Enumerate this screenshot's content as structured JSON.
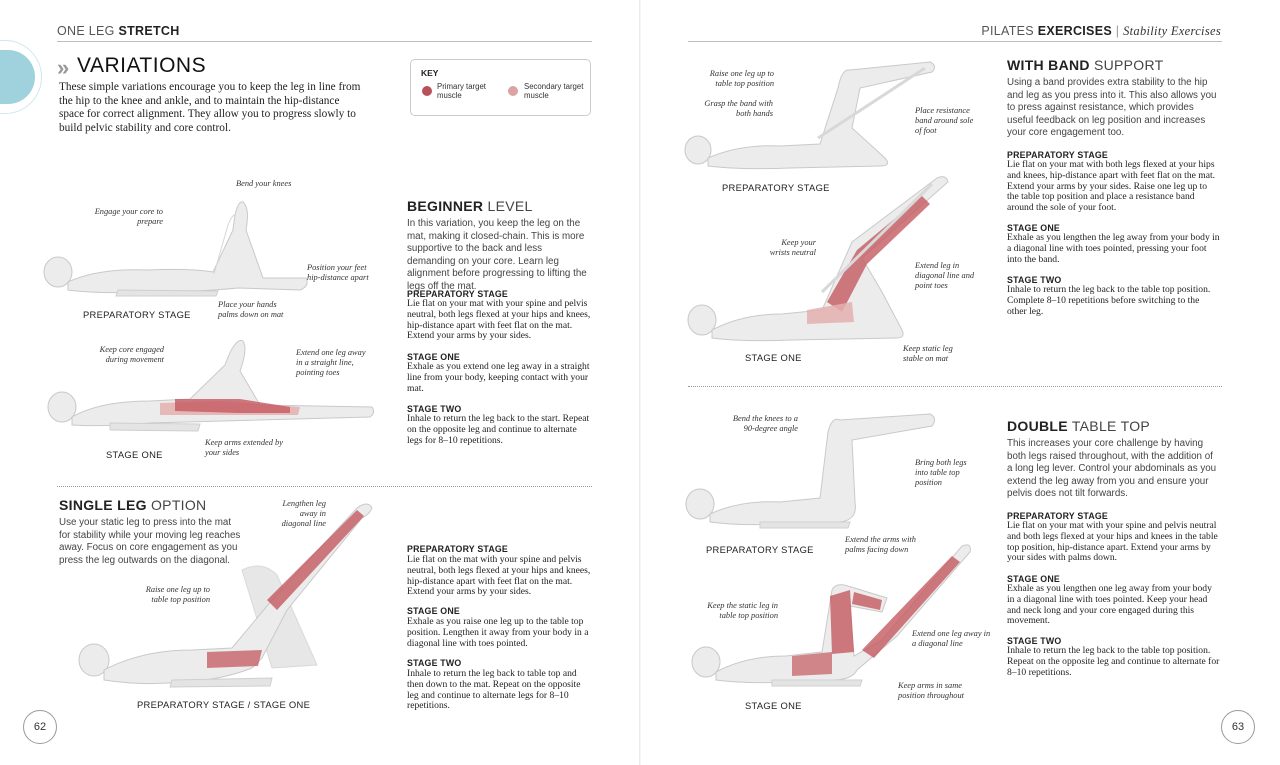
{
  "header_left": {
    "prefix": "ONE LEG ",
    "bold": "STRETCH"
  },
  "header_right": {
    "prefix": "PILATES ",
    "bold": "EXERCISES",
    "sep": " | ",
    "italic": "Stability Exercises"
  },
  "variations": {
    "title": "VARIATIONS",
    "intro": "These simple variations encourage you to keep the leg in line from the hip to the knee and ankle, and to maintain the hip-distance space for correct alignment. They allow you to progress slowly to build pelvic stability and core control."
  },
  "key": {
    "title": "KEY",
    "primary": "Primary target muscle",
    "secondary": "Secondary target muscle",
    "primary_color": "#b8525a",
    "secondary_color": "#dca3a5"
  },
  "beginner": {
    "title_bold": "BEGINNER",
    "title_light": " LEVEL",
    "intro": "In this variation, you keep the leg on the mat, making it closed-chain. This is more supportive to the back and less demanding on your core. Learn leg alignment before progressing to lifting the legs off the mat.",
    "stages": [
      {
        "head": "PREPARATORY STAGE",
        "text": "Lie flat on your mat with your spine and pelvis neutral, both legs flexed at your hips and knees, hip-distance apart with feet flat on the mat. Extend your arms by your sides."
      },
      {
        "head": "STAGE ONE",
        "text": "Exhale as you extend one leg away in a straight line from your body, keeping contact with your mat."
      },
      {
        "head": "STAGE TWO",
        "text": "Inhale to return the leg back to the start. Repeat on the opposite leg and continue to alternate legs for 8–10 repetitions."
      }
    ]
  },
  "fig_beginner_prep": {
    "caption": "PREPARATORY STAGE",
    "notes": [
      "Bend your knees",
      "Engage your core to prepare",
      "Position your feet hip-distance apart",
      "Place your hands palms down on mat"
    ]
  },
  "fig_beginner_one": {
    "caption": "STAGE ONE",
    "notes": [
      "Keep core engaged during movement",
      "Extend one leg away in a straight line, pointing toes",
      "Keep arms extended by your sides"
    ]
  },
  "single_leg": {
    "title_bold": "SINGLE LEG",
    "title_light": " OPTION",
    "intro": "Use your static leg to press into the mat for stability while your moving leg reaches away. Focus on core engagement as you press the leg outwards on the diagonal.",
    "stages": [
      {
        "head": "PREPARATORY STAGE",
        "text": "Lie flat on the mat with your spine and pelvis neutral, both legs flexed at your hips and knees, hip-distance apart with feet flat on the mat. Extend your arms by your sides."
      },
      {
        "head": "STAGE ONE",
        "text": "Exhale as you raise one leg up to the table top position. Lengthen it away from your body in a diagonal line with toes pointed."
      },
      {
        "head": "STAGE TWO",
        "text": "Inhale to return the leg back to table top and then down to the mat. Repeat on the opposite leg and continue to alternate legs for 8–10 repetitions."
      }
    ]
  },
  "fig_single": {
    "caption": "PREPARATORY STAGE / STAGE ONE",
    "notes": [
      "Lengthen leg away in diagonal line",
      "Raise one leg up to table top position"
    ]
  },
  "with_band": {
    "title_bold": "WITH BAND",
    "title_light": " SUPPORT",
    "intro": "Using a band provides extra stability to the hip and leg as you press into it. This also allows you to press against resistance, which provides useful feedback on leg position and increases your core engagement too.",
    "stages": [
      {
        "head": "PREPARATORY STAGE",
        "text": "Lie flat on your mat with both legs flexed at your hips and knees, hip-distance apart with feet flat on the mat. Extend your arms by your sides. Raise one leg up to the table top position and place a resistance band around the sole of your foot."
      },
      {
        "head": "STAGE ONE",
        "text": "Exhale as you lengthen the leg away from your body in a diagonal line with toes pointed, pressing your foot into the band."
      },
      {
        "head": "STAGE TWO",
        "text": "Inhale to return the leg back to the table top position. Complete 8–10 repetitions before switching to the other leg."
      }
    ]
  },
  "fig_band_prep": {
    "caption": "PREPARATORY STAGE",
    "notes": [
      "Raise one leg up to table top position",
      "Grasp the band with both hands",
      "Place resistance band around sole of foot"
    ]
  },
  "fig_band_one": {
    "caption": "STAGE ONE",
    "notes": [
      "Keep your wrists neutral",
      "Extend leg in diagonal line and point toes",
      "Keep static leg stable on mat"
    ]
  },
  "double_table": {
    "title_bold": "DOUBLE",
    "title_light": " TABLE TOP",
    "intro": "This increases your core challenge by having both legs raised throughout, with the addition of a long leg lever. Control your abdominals as you extend the leg away from you and ensure your pelvis does not tilt forwards.",
    "stages": [
      {
        "head": "PREPARATORY STAGE",
        "text": "Lie flat on your mat with your spine and pelvis neutral and both legs flexed at your hips and knees in the table top position, hip-distance apart. Extend your arms by your sides with palms down."
      },
      {
        "head": "STAGE ONE",
        "text": "Exhale as you lengthen one leg away from your body in a diagonal line with toes pointed. Keep your head and neck long and your core engaged during this movement."
      },
      {
        "head": "STAGE TWO",
        "text": "Inhale to return the leg back to the table top position. Repeat on the opposite leg and continue to alternate for 8–10 repetitions."
      }
    ]
  },
  "fig_double_prep": {
    "caption": "PREPARATORY STAGE",
    "notes": [
      "Bend the knees to a 90-degree angle",
      "Bring both legs into table top position",
      "Extend the arms with palms facing down"
    ]
  },
  "fig_double_one": {
    "caption": "STAGE ONE",
    "notes": [
      "Keep the static leg in table top position",
      "Extend one leg away in a diagonal line",
      "Keep arms in same position throughout"
    ]
  },
  "page_left": "62",
  "page_right": "63",
  "colors": {
    "body": "#eeeeee",
    "body_stroke": "#c9c9c9",
    "muscle": "#c45a60",
    "muscle_light": "#e5b0b0",
    "accent_tab": "#9fd2dc"
  }
}
